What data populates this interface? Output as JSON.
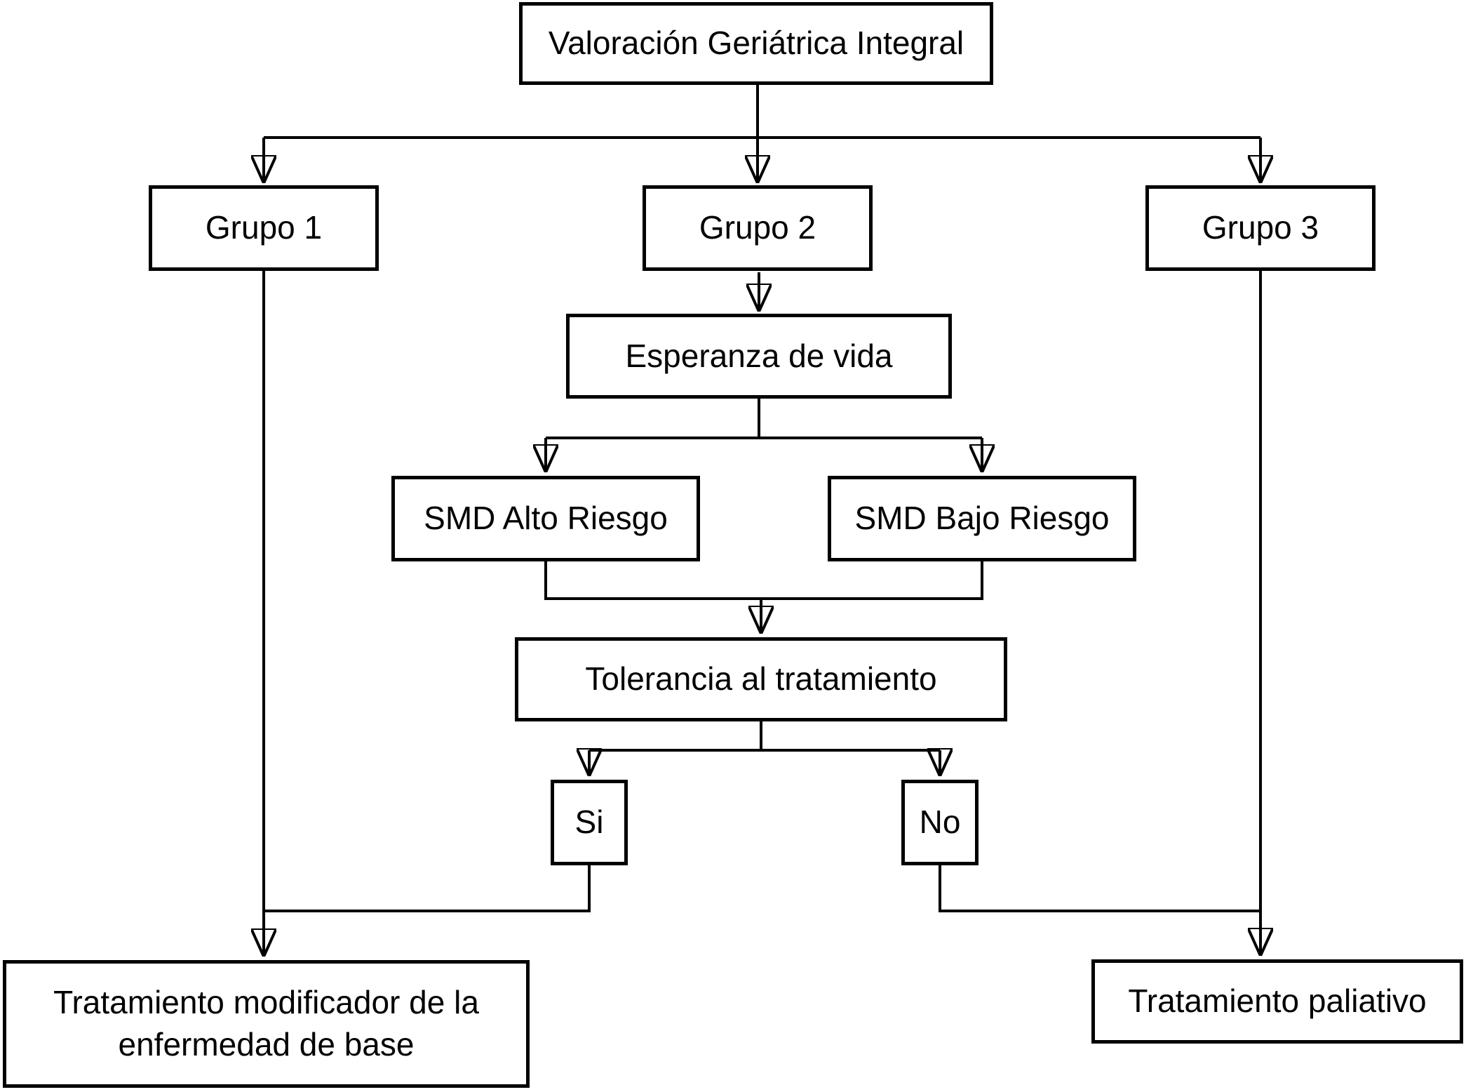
{
  "diagram": {
    "type": "flowchart",
    "language": "es",
    "colors": {
      "line": "#000000",
      "box_background": "#ffffff",
      "text": "#000000",
      "page_background": "#ffffff"
    },
    "nodes": {
      "root": {
        "label": "Valoración Geriátrica Integral"
      },
      "grupo1": {
        "label": "Grupo 1"
      },
      "grupo2": {
        "label": "Grupo 2"
      },
      "grupo3": {
        "label": "Grupo 3"
      },
      "esperanza": {
        "label": "Esperanza de vida"
      },
      "smd_alto": {
        "label": "SMD Alto Riesgo"
      },
      "smd_bajo": {
        "label": "SMD Bajo Riesgo"
      },
      "tolerancia": {
        "label": "Tolerancia al tratamiento"
      },
      "si": {
        "label": "Si"
      },
      "no": {
        "label": "No"
      },
      "trat_modificador": {
        "label": "Tratamiento modificador de la enfermedad de base"
      },
      "trat_paliativo": {
        "label": "Tratamiento paliativo"
      }
    },
    "edges": [
      {
        "from": "root",
        "to": "grupo1"
      },
      {
        "from": "root",
        "to": "grupo2"
      },
      {
        "from": "root",
        "to": "grupo3"
      },
      {
        "from": "grupo2",
        "to": "esperanza"
      },
      {
        "from": "esperanza",
        "to": "smd_alto"
      },
      {
        "from": "esperanza",
        "to": "smd_bajo"
      },
      {
        "from": "smd_alto",
        "to": "tolerancia"
      },
      {
        "from": "smd_bajo",
        "to": "tolerancia"
      },
      {
        "from": "tolerancia",
        "to": "si"
      },
      {
        "from": "tolerancia",
        "to": "no"
      },
      {
        "from": "grupo1",
        "to": "trat_modificador"
      },
      {
        "from": "si",
        "to": "trat_modificador"
      },
      {
        "from": "grupo3",
        "to": "trat_paliativo"
      },
      {
        "from": "no",
        "to": "trat_paliativo"
      }
    ]
  }
}
